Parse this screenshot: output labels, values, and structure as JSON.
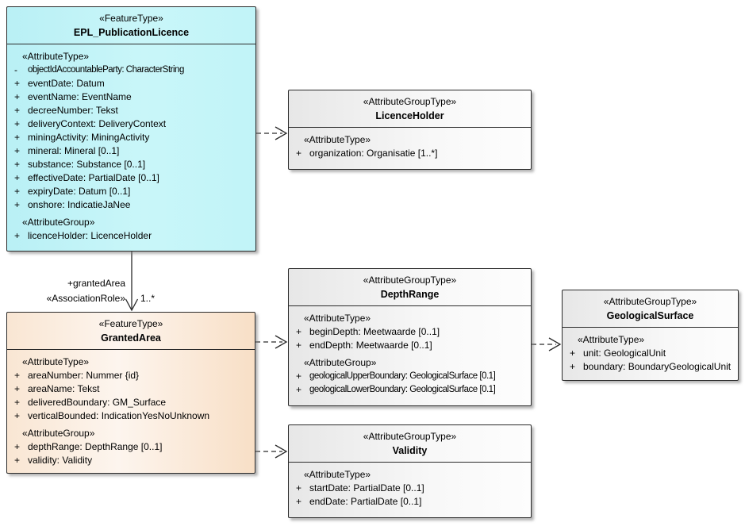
{
  "colors": {
    "feature_type_fill": "linear-gradient(90deg,#b9f0f5 0%,#c9f6f9 55%,#c1f4f8 100%)",
    "granted_area_fill": "linear-gradient(90deg,#f9e6d3 0%,#fdf5ee 45%,#f8dfc6 100%)",
    "group_type_fill": "linear-gradient(90deg,#e7e7e7 0%,#f8f8f8 60%,#fdfdfd 100%)",
    "border": "#2b2b2b",
    "connector": "#2b2b2b"
  },
  "diagram": {
    "classes": [
      {
        "id": "epl",
        "stereotype": "«FeatureType»",
        "name": "EPL_PublicationLicence",
        "fill_key": "feature_type_fill",
        "sections": [
          {
            "header": "«AttributeType»",
            "rows": [
              {
                "vis": "-",
                "text": "objectIdAccountableParty: CharacterString"
              },
              {
                "vis": "+",
                "text": "eventDate: Datum"
              },
              {
                "vis": "+",
                "text": "eventName: EventName"
              },
              {
                "vis": "+",
                "text": "decreeNumber: Tekst"
              },
              {
                "vis": "+",
                "text": "deliveryContext: DeliveryContext"
              },
              {
                "vis": "+",
                "text": "miningActivity: MiningActivity"
              },
              {
                "vis": "+",
                "text": "mineral: Mineral [0..1]"
              },
              {
                "vis": "+",
                "text": "substance: Substance [0..1]"
              },
              {
                "vis": "+",
                "text": "effectiveDate: PartialDate [0..1]"
              },
              {
                "vis": "+",
                "text": "expiryDate: Datum [0..1]"
              },
              {
                "vis": "+",
                "text": "onshore: IndicatieJaNee"
              }
            ]
          },
          {
            "header": "«AttributeGroup»",
            "rows": [
              {
                "vis": "+",
                "text": "licenceHolder: LicenceHolder"
              }
            ]
          }
        ]
      },
      {
        "id": "licenceholder",
        "stereotype": "«AttributeGroupType»",
        "name": "LicenceHolder",
        "fill_key": "group_type_fill",
        "sections": [
          {
            "header": "«AttributeType»",
            "rows": [
              {
                "vis": "+",
                "text": "organization: Organisatie [1..*]"
              }
            ]
          }
        ]
      },
      {
        "id": "depthrange",
        "stereotype": "«AttributeGroupType»",
        "name": "DepthRange",
        "fill_key": "group_type_fill",
        "sections": [
          {
            "header": "«AttributeType»",
            "rows": [
              {
                "vis": "+",
                "text": "beginDepth: Meetwaarde [0..1]"
              },
              {
                "vis": "+",
                "text": "endDepth: Meetwaarde [0..1]"
              }
            ]
          },
          {
            "header": "«AttributeGroup»",
            "rows": [
              {
                "vis": "+",
                "text": "geologicalUpperBoundary: GeologicalSurface [0.1]"
              },
              {
                "vis": "+",
                "text": "geologicalLowerBoundary: GeologicalSurface [0.1]"
              }
            ]
          }
        ]
      },
      {
        "id": "geologicalsurface",
        "stereotype": "«AttributeGroupType»",
        "name": "GeologicalSurface",
        "fill_key": "group_type_fill",
        "sections": [
          {
            "header": "«AttributeType»",
            "rows": [
              {
                "vis": "+",
                "text": "unit: GeologicalUnit"
              },
              {
                "vis": "+",
                "text": "boundary: BoundaryGeologicalUnit"
              }
            ]
          }
        ]
      },
      {
        "id": "grantedarea",
        "stereotype": "«FeatureType»",
        "name": "GrantedArea",
        "fill_key": "granted_area_fill",
        "sections": [
          {
            "header": "«AttributeType»",
            "rows": [
              {
                "vis": "+",
                "text": "areaNumber: Nummer {id}"
              },
              {
                "vis": "+",
                "text": "areaName: Tekst"
              },
              {
                "vis": "+",
                "text": "deliveredBoundary: GM_Surface"
              },
              {
                "vis": "+",
                "text": "verticalBounded: IndicationYesNoUnknown"
              }
            ]
          },
          {
            "header": "«AttributeGroup»",
            "rows": [
              {
                "vis": "+",
                "text": "depthRange: DepthRange [0..1]"
              },
              {
                "vis": "+",
                "text": "validity: Validity"
              }
            ]
          }
        ]
      },
      {
        "id": "validity",
        "stereotype": "«AttributeGroupType»",
        "name": "Validity",
        "fill_key": "group_type_fill",
        "sections": [
          {
            "header": "«AttributeType»",
            "rows": [
              {
                "vis": "+",
                "text": "startDate: PartialDate [0..1]"
              },
              {
                "vis": "+",
                "text": "endDate: PartialDate [0..1]"
              }
            ]
          }
        ]
      }
    ],
    "association": {
      "role_label": "+grantedArea",
      "stereotype_label": "«AssociationRole»",
      "multiplicity": "1..*"
    }
  }
}
